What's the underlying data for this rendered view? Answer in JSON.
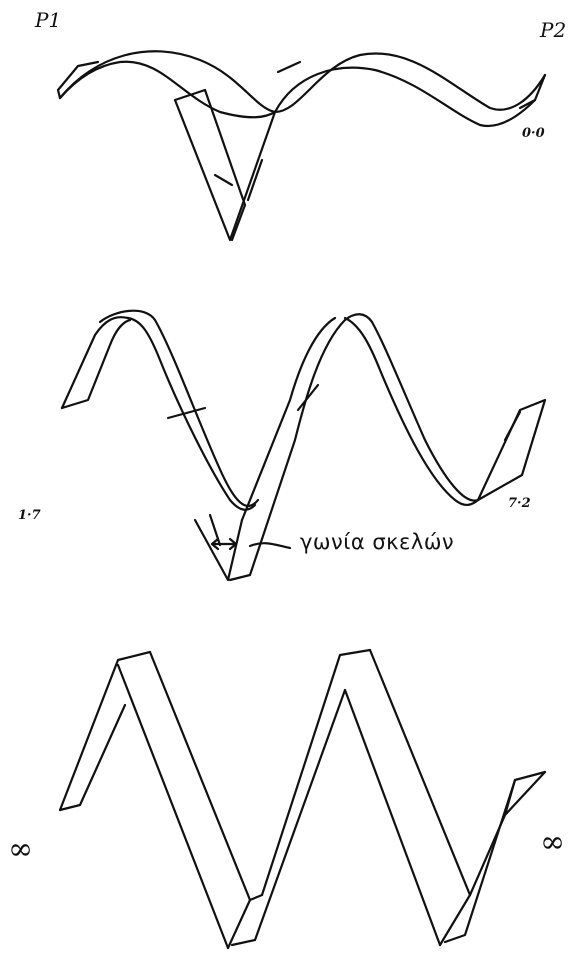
{
  "labels": {
    "p1": "P1",
    "p2": "P2",
    "top_value": "0·0",
    "mid_left": "1·7",
    "mid_right": "7·2",
    "bottom_left": "∞",
    "bottom_right": "∞",
    "annotation": "γωνία σκελών"
  },
  "colors": {
    "ink": "#111111",
    "background": "#ffffff"
  }
}
